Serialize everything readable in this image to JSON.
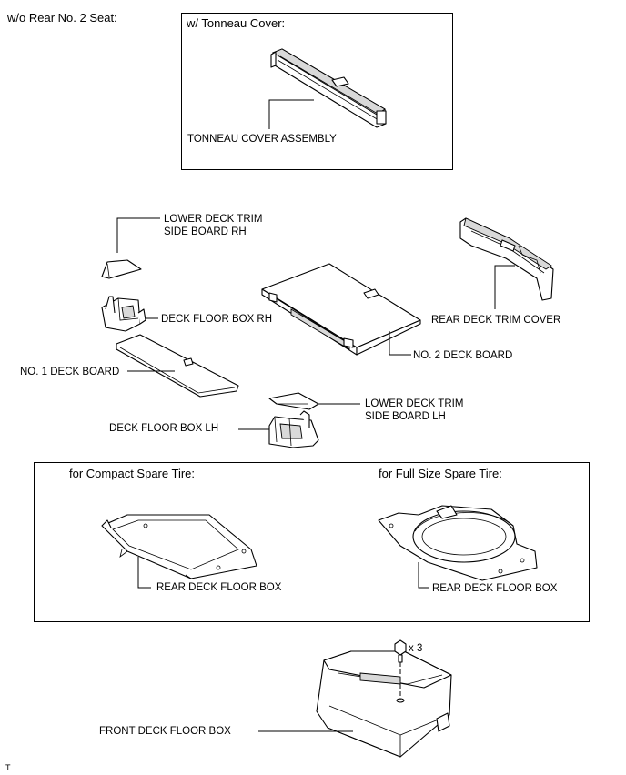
{
  "condition_label": "w/o Rear No. 2 Seat:",
  "tonneau_box": {
    "header": "w/ Tonneau Cover:",
    "part_label": "TONNEAU COVER ASSEMBLY"
  },
  "parts": {
    "lower_deck_trim_rh_line1": "LOWER DECK TRIM",
    "lower_deck_trim_rh_line2": "SIDE BOARD RH",
    "rear_deck_trim_cover": "REAR DECK TRIM COVER",
    "deck_floor_box_rh": "DECK FLOOR BOX RH",
    "no2_deck_board": "NO. 2 DECK BOARD",
    "no1_deck_board": "NO. 1 DECK BOARD",
    "lower_deck_trim_lh_line1": "LOWER DECK TRIM",
    "lower_deck_trim_lh_line2": "SIDE BOARD LH",
    "deck_floor_box_lh": "DECK FLOOR BOX LH"
  },
  "spare_box": {
    "compact_header": "for Compact Spare Tire:",
    "full_header": "for Full Size Spare Tire:",
    "compact_label": "REAR DECK FLOOR BOX",
    "full_label": "REAR DECK FLOOR BOX"
  },
  "front_box": {
    "label": "FRONT DECK FLOOR BOX",
    "bolt_qty": "x 3"
  },
  "corner_mark": "T"
}
